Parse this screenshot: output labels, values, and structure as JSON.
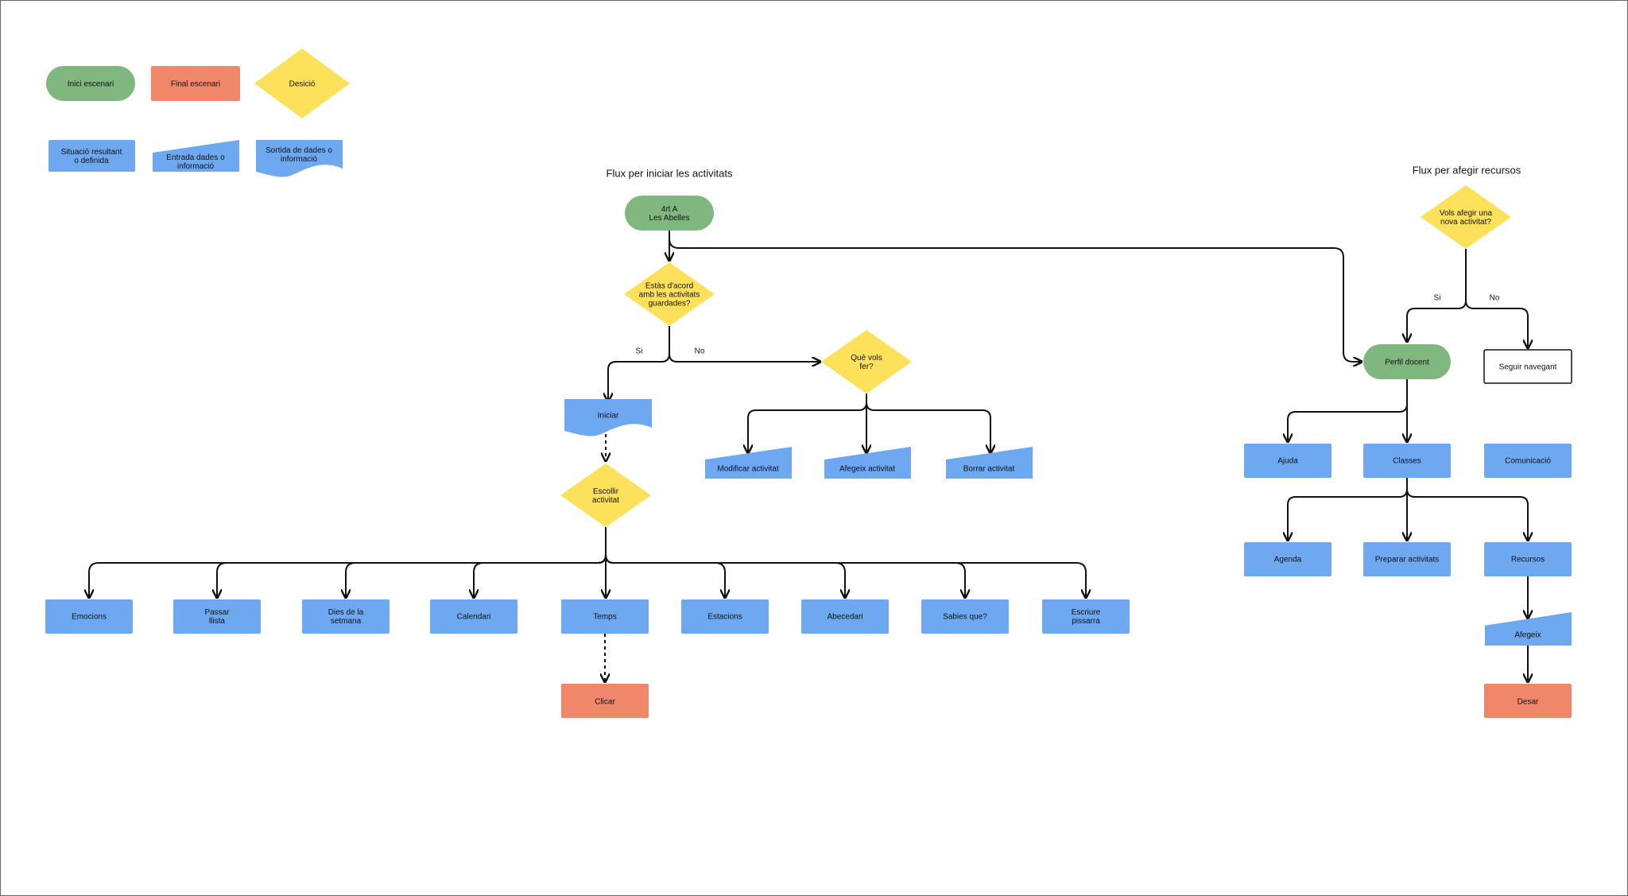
{
  "colors": {
    "start": "#7fb77e",
    "end": "#f0876b",
    "decision": "#fde15a",
    "process": "#6ea8f0",
    "line": "#111111"
  },
  "legend": {
    "start": "Inici escenari",
    "end": "Final escenari",
    "decision": "Desició",
    "process": [
      "Situació resultant",
      "o definida"
    ],
    "input": [
      "Entrada dades o",
      "informació"
    ],
    "output": [
      "Sortida de dades o",
      "informació"
    ]
  },
  "flow1": {
    "title": "Flux per iniciar les activitats",
    "start": [
      "4rt A",
      "Les Abelles"
    ],
    "question": [
      "Estàs d'acord",
      "amb les activitats",
      "guardades?"
    ],
    "yes_label": "Si",
    "no_label": "No",
    "iniciar": "Iniciar",
    "what": [
      "Què vols",
      "fer?"
    ],
    "edit_options": [
      "Modificar activitat",
      "Afegeix activitat",
      "Borrar activitat"
    ],
    "choose": [
      "Escollir",
      "activitat"
    ],
    "activities": [
      [
        "Emocions"
      ],
      [
        "Passar",
        "llista"
      ],
      [
        "Dies de la",
        "setmana"
      ],
      [
        "Calendari"
      ],
      [
        "Temps"
      ],
      [
        "Estacions"
      ],
      [
        "Abecedari"
      ],
      [
        "Sabies que?"
      ],
      [
        "Escriure",
        "pissarra"
      ]
    ],
    "end": "Clicar"
  },
  "flow2": {
    "title": "Flux per afegir recursos",
    "question": [
      "Vols afegir una",
      "nova activitat?"
    ],
    "yes_label": "Si",
    "no_label": "No",
    "profile": "Perfil docent",
    "keep_browsing": "Seguir navegant",
    "menu": [
      "Ajuda",
      "Classes",
      "Comunicació"
    ],
    "classes_menu": [
      "Agenda",
      "Preparar activitats",
      "Recursos"
    ],
    "add": "Afegeix",
    "end": "Desar"
  }
}
